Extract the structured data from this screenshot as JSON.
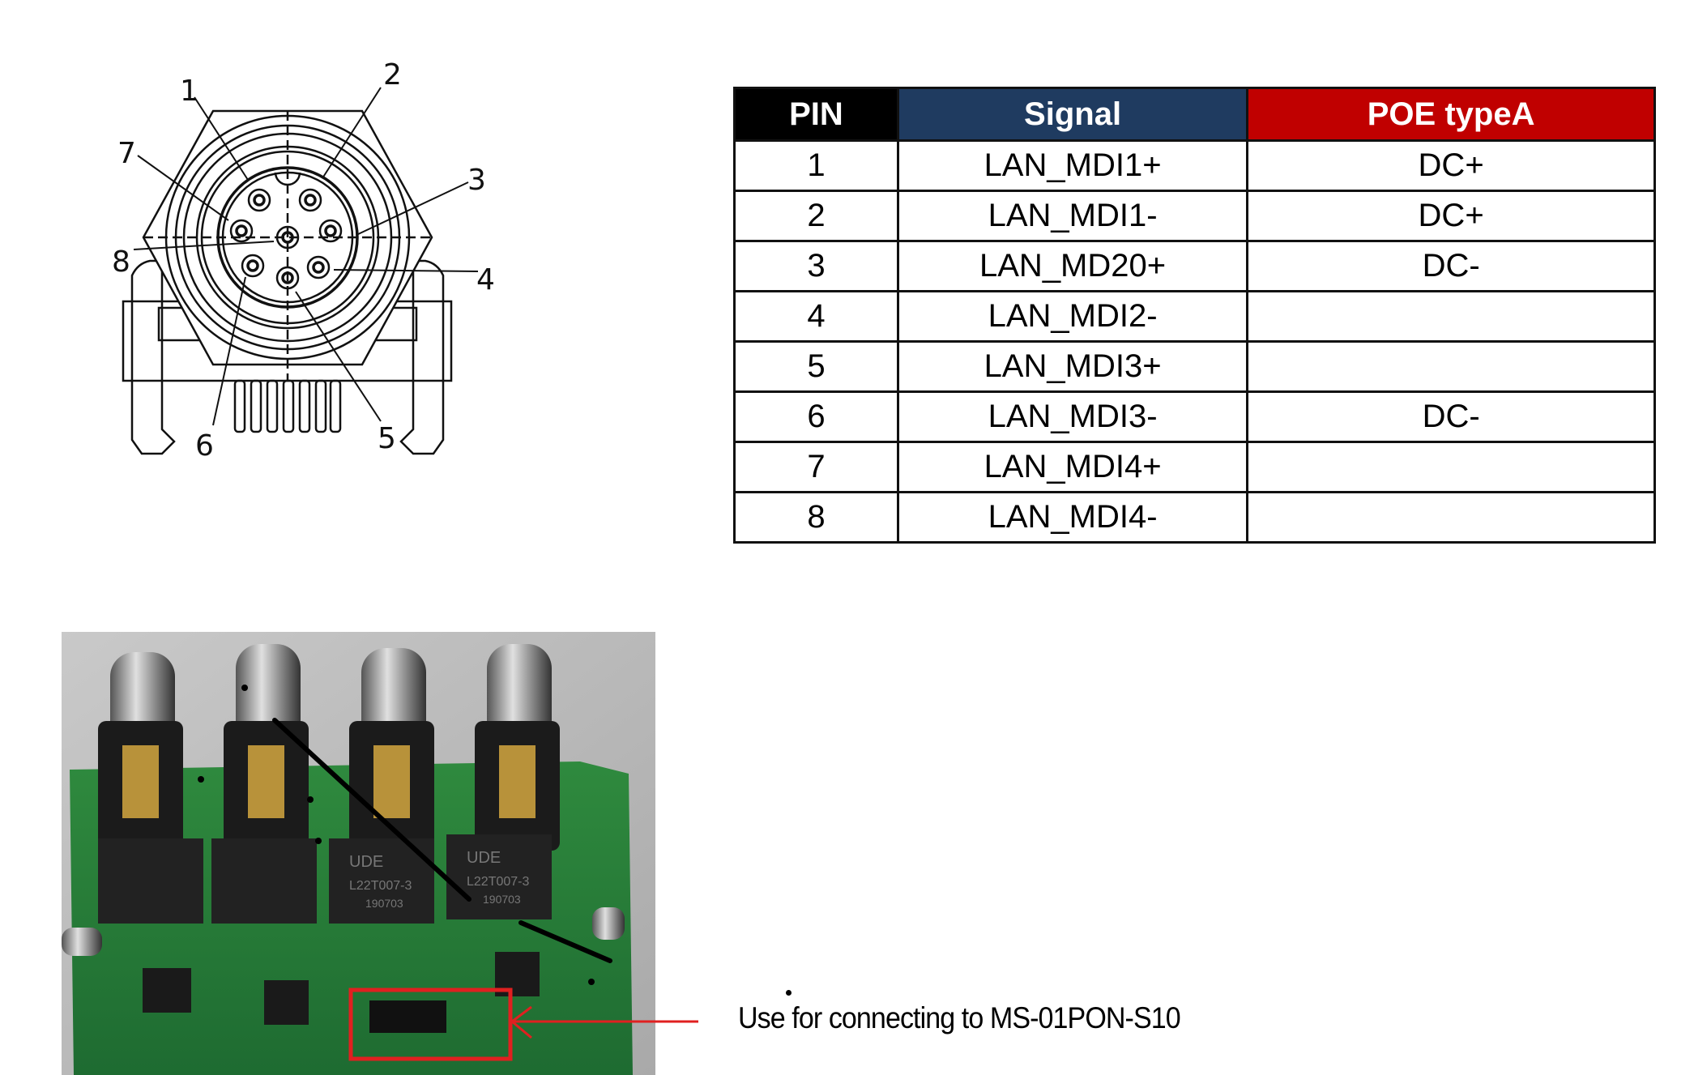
{
  "connector_diagram": {
    "pin_labels": [
      "1",
      "2",
      "3",
      "4",
      "5",
      "6",
      "7",
      "8"
    ]
  },
  "pin_table": {
    "headers": [
      "PIN",
      "Signal",
      "POE typeA"
    ],
    "header_colors": [
      "#000000",
      "#1f3b60",
      "#c00000"
    ],
    "rows": [
      {
        "pin": "1",
        "signal": "LAN_MDI1+",
        "poe": "DC+"
      },
      {
        "pin": "2",
        "signal": "LAN_MDI1-",
        "poe": "DC+"
      },
      {
        "pin": "3",
        "signal": "LAN_MD20+",
        "poe": "DC-"
      },
      {
        "pin": "4",
        "signal": "LAN_MDI2-",
        "poe": ""
      },
      {
        "pin": "5",
        "signal": "LAN_MDI3+",
        "poe": ""
      },
      {
        "pin": "6",
        "signal": "LAN_MDI3-",
        "poe": "DC-"
      },
      {
        "pin": "7",
        "signal": "LAN_MDI4+",
        "poe": ""
      },
      {
        "pin": "8",
        "signal": "LAN_MDI4-",
        "poe": ""
      }
    ]
  },
  "photo": {
    "chip_markings": [
      "UDE",
      "L22T007-3",
      "190703"
    ],
    "highlight_color": "#e02020"
  },
  "annotation": {
    "caption": "Use for connecting to MS-01PON-S10"
  }
}
